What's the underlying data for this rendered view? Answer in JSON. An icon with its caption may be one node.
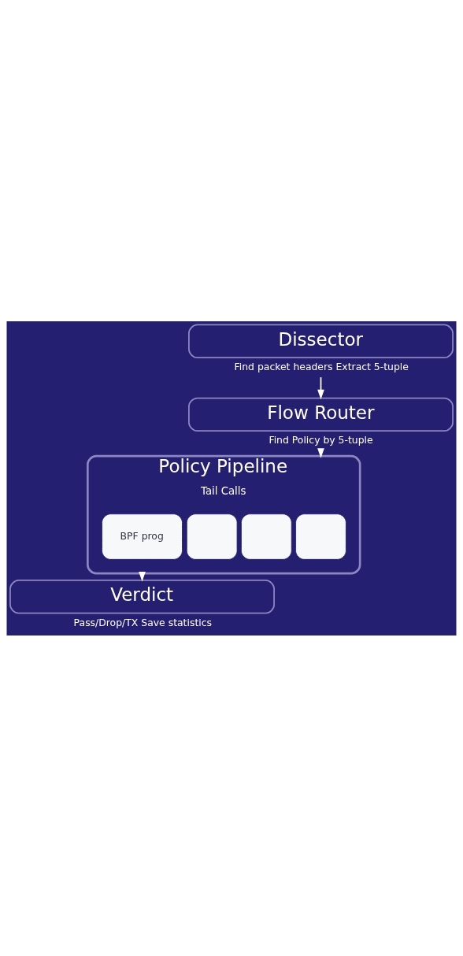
{
  "diagram": {
    "nodes": [
      {
        "text": [
          "Dissector"
        ],
        "beside": [
          "Find packet headers Extract 5-tuple"
        ]
      },
      {
        "text": [
          "Flow Router"
        ],
        "beside": [
          "Find Policy by 5-tuple"
        ]
      },
      {
        "text": [
          "Policy Pipeline",
          "Tail Calls"
        ]
      },
      {
        "text": [],
        "shape": "box",
        "in": 2
      },
      {
        "text": [],
        "shape": "box",
        "in": 2
      },
      {
        "text": [],
        "shape": "box",
        "in": 2
      },
      {
        "text": [
          "BPF prog"
        ],
        "in": 2
      },
      {
        "text": [
          "Verdict"
        ],
        "beside": [
          "Pass/Drop/TX Save statistics"
        ]
      }
    ],
    "edges": [
      {
        "from": 0,
        "to": 1,
        "arrow": "to"
      },
      {
        "from": 1,
        "to": 2,
        "arrow": "to"
      },
      {
        "from": 2,
        "to": 7,
        "arrow": "to"
      }
    ]
  }
}
